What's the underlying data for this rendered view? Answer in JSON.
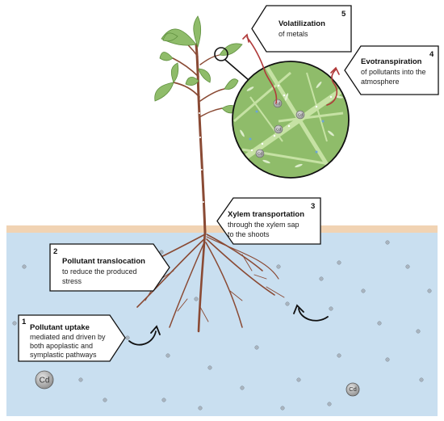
{
  "steps": [
    {
      "num": "1",
      "title": "Pollutant uptake",
      "lines": [
        "mediated and driven by",
        "both apoplastic and",
        "symplastic pathways"
      ]
    },
    {
      "num": "2",
      "title": "Pollutant translocation",
      "lines": [
        "to reduce the produced",
        "stress"
      ]
    },
    {
      "num": "3",
      "title": "Xylem transportation",
      "lines": [
        "through the xylem sap",
        "to the shoots"
      ]
    },
    {
      "num": "4",
      "title": "Evotranspiration",
      "lines": [
        "of pollutants into the",
        "atmosphere"
      ]
    },
    {
      "num": "5",
      "title": "Volatilization",
      "lines": [
        "of metals"
      ]
    }
  ],
  "cd_label": "Cd",
  "colors": {
    "soil": "#c9dff0",
    "soil_surface": "#f1d3b3",
    "stem": "#8a4a34",
    "leaf": "#8fbc6a",
    "leaf_dark": "#5f8f3e",
    "vein": "#c6e2a4",
    "fume": "#b03a3a"
  }
}
